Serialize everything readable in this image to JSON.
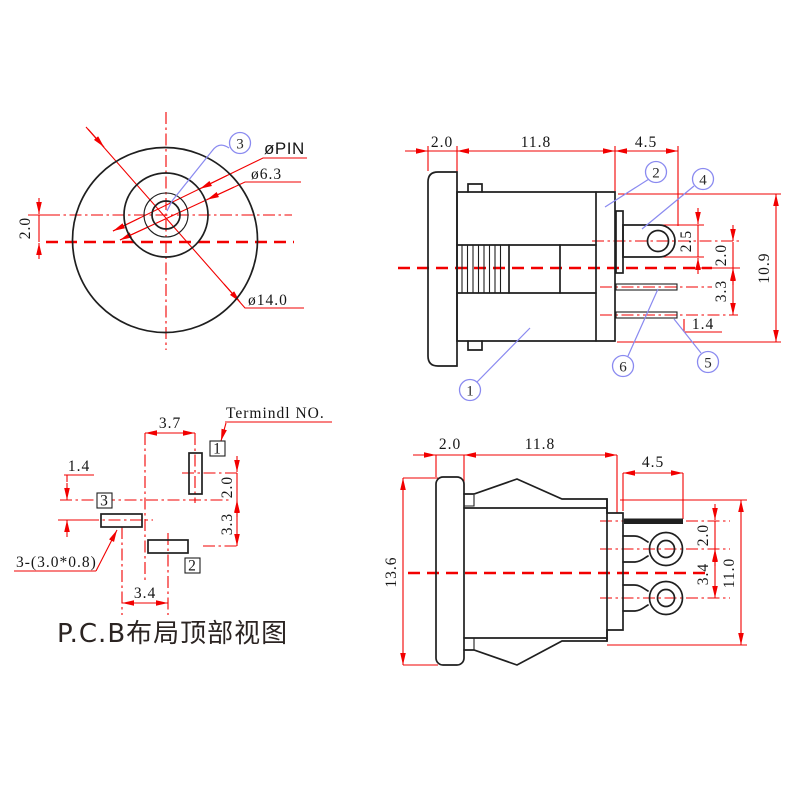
{
  "colors": {
    "line": "#1f1f1f",
    "red": "#f20000",
    "blue": "#8a8af0"
  },
  "front_view": {
    "balloon_3": "3",
    "label_pin": "øPIN",
    "dim_d63": "ø6.3",
    "dim_d140": "ø14.0",
    "dim_offset": "2.0"
  },
  "side_view": {
    "dim_flange": "2.0",
    "dim_body": "11.8",
    "dim_tab": "4.5",
    "dim_tab_w": "2.5",
    "dim_tab_off": "2.0",
    "dim_pin_off": "3.3",
    "dim_pin_edge": "1.4",
    "dim_height": "10.9",
    "balloon_1": "1",
    "balloon_2": "2",
    "balloon_4": "4",
    "balloon_5": "5",
    "balloon_6": "6"
  },
  "pcb_view": {
    "title": "P.C.B布局顶部视图",
    "terminal_label": "Termindl NO.",
    "pad_note": "3-(3.0*0.8)",
    "dim_37": "3.7",
    "dim_14": "1.4",
    "dim_20": "2.0",
    "dim_33": "3.3",
    "dim_34": "3.4",
    "pad_1": "1",
    "pad_2": "2",
    "pad_3": "3"
  },
  "top_view": {
    "dim_flange": "2.0",
    "dim_body": "11.8",
    "dim_tab": "4.5",
    "dim_height": "13.6",
    "dim_pin_off": "2.0",
    "dim_pin_pitch": "3.4",
    "dim_body_h": "11.0"
  }
}
